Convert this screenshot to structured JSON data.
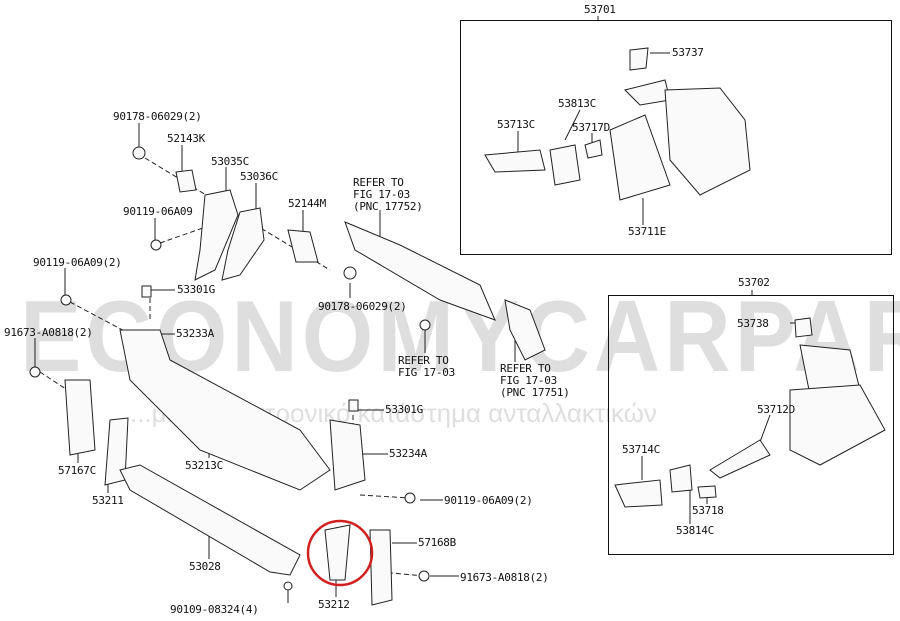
{
  "watermark": {
    "brand": "ECONOMYCARPARTS.gr",
    "tagline": "...μενο ηλεκτρονικό κατάστημα ανταλλακτικών"
  },
  "groups": {
    "g53701": "53701",
    "g53702": "53702"
  },
  "labels": {
    "p53737": "53737",
    "p53813C": "53813C",
    "p53713C": "53713C",
    "p53717D": "53717D",
    "p53711E": "53711E",
    "p53738": "53738",
    "p53712D": "53712D",
    "p53714C": "53714C",
    "p53718": "53718",
    "p53814C": "53814C",
    "p90178a": "90178-06029(2)",
    "p52143K": "52143K",
    "p53035C": "53035C",
    "p53036C": "53036C",
    "p52144M": "52144M",
    "ref17752": "REFER TO\nFIG 17-03\n(PNC 17752)",
    "p90119a": "90119-06A09",
    "p90119b": "90119-06A09(2)",
    "p53301Ga": "53301G",
    "p90178b": "90178-06029(2)",
    "p91673a": "91673-A0818(2)",
    "p53233A": "53233A",
    "ref1703": "REFER TO\nFIG 17-03",
    "ref17751": "REFER TO\nFIG 17-03\n(PNC 17751)",
    "p53301Gb": "53301G",
    "p53234A": "53234A",
    "p57167C": "57167C",
    "p53213C": "53213C",
    "p53211": "53211",
    "p90119c": "90119-06A09(2)",
    "p57168B": "57168B",
    "p53028": "53028",
    "p91673b": "91673-A0818(2)",
    "p53212": "53212",
    "p90109": "90109-08324(4)"
  },
  "highlight_color": "#d0201f"
}
